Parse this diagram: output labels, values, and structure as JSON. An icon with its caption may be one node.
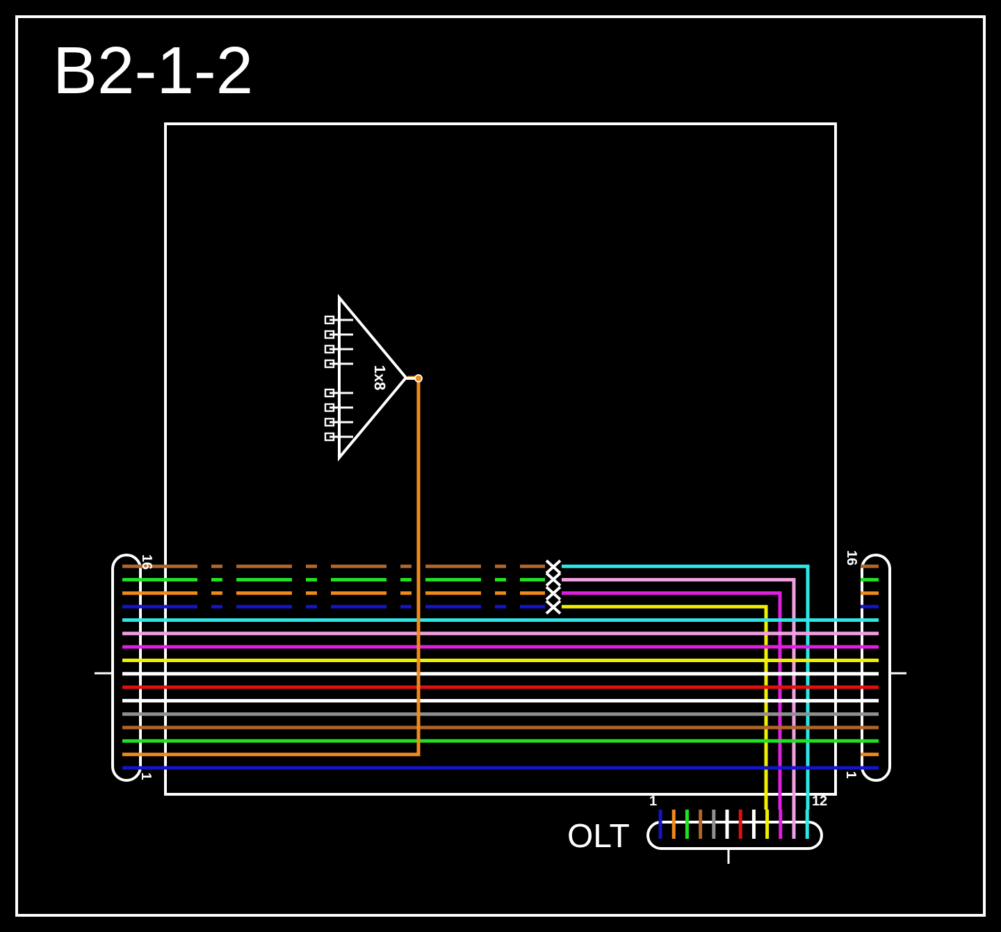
{
  "diagram": {
    "title": "B2-1-2",
    "nodes": [
      {
        "text": [
          "1x8"
        ]
      },
      {
        "text": [],
        "shape": "bar",
        "beside": [
          "16",
          "1"
        ]
      },
      {
        "text": [],
        "shape": "bar",
        "beside": [
          "16",
          "1"
        ]
      },
      {
        "text": [],
        "shape": "bar",
        "beside": [
          "OLT",
          "1",
          "12"
        ]
      },
      {
        "text": [],
        "shape": "cross"
      },
      {
        "text": [],
        "shape": "cross"
      },
      {
        "text": [],
        "shape": "cross"
      },
      {
        "text": [],
        "shape": "cross"
      }
    ],
    "edges": [
      {
        "from": 1,
        "to": 4,
        "arrow": "none",
        "style": "dashed",
        "color": "#b0652a"
      },
      {
        "from": 1,
        "to": 5,
        "arrow": "none",
        "style": "dashed",
        "color": "#22e022"
      },
      {
        "from": 1,
        "to": 6,
        "arrow": "none",
        "style": "dashed",
        "color": "#f08a1c"
      },
      {
        "from": 1,
        "to": 7,
        "arrow": "none",
        "style": "dashed",
        "color": "#1414c8"
      },
      {
        "from": 4,
        "to": 3,
        "arrow": "none",
        "color": "#2ee6e6"
      },
      {
        "from": 5,
        "to": 3,
        "arrow": "none",
        "color": "#f0a0e0"
      },
      {
        "from": 6,
        "to": 3,
        "arrow": "none",
        "color": "#e020e0"
      },
      {
        "from": 7,
        "to": 3,
        "arrow": "none",
        "color": "#f0f000"
      },
      {
        "from": 1,
        "to": 2,
        "arrow": "none",
        "color": "#2ee6e6"
      },
      {
        "from": 1,
        "to": 2,
        "arrow": "none",
        "color": "#f0a0e0"
      },
      {
        "from": 1,
        "to": 2,
        "arrow": "none",
        "color": "#e020e0"
      },
      {
        "from": 1,
        "to": 2,
        "arrow": "none",
        "color": "#f0f000"
      },
      {
        "from": 1,
        "to": 2,
        "arrow": "none",
        "color": "#ffffff"
      },
      {
        "from": 1,
        "to": 2,
        "arrow": "none",
        "color": "#e01010"
      },
      {
        "from": 1,
        "to": 2,
        "arrow": "none",
        "color": "#ffffff"
      },
      {
        "from": 1,
        "to": 2,
        "arrow": "none",
        "color": "#909090"
      },
      {
        "from": 1,
        "to": 2,
        "arrow": "none",
        "color": "#b0652a"
      },
      {
        "from": 1,
        "to": 2,
        "arrow": "none",
        "color": "#22e022"
      },
      {
        "from": 1,
        "to": 0,
        "arrow": "none",
        "color": "#f08a1c"
      },
      {
        "from": 1,
        "to": 2,
        "arrow": "none",
        "color": "#1414c8"
      }
    ]
  }
}
